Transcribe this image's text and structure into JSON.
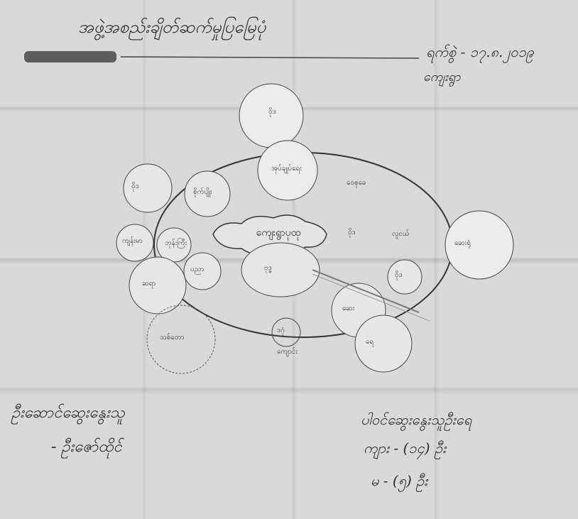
{
  "photo": {
    "header": {
      "title": "အဖွဲ့အစည်းချိတ်ဆက်မှုပြမြေပုံ",
      "date": "ရက်စွဲ - ၁၇.၈.၂၀၁၉",
      "location": "ကျေးရွာ"
    },
    "diagram": {
      "center_label": "ကျေးရွာပုထု",
      "nodes": [
        {
          "label": "ဝိုဒ"
        },
        {
          "label": "အုပ်ချုပ်ရေး"
        },
        {
          "label": "ဝေစုခေ"
        },
        {
          "label": "ဆေးရုံ"
        },
        {
          "label": "ဝိုဒ"
        },
        {
          "label": "စိုက်ပျိုး"
        },
        {
          "label": "ကျန်းမာ"
        },
        {
          "label": "ဘုန်းကြီး"
        },
        {
          "label": "ဆရာ"
        },
        {
          "label": "ပညာ"
        },
        {
          "label": "ဗုဒ္ဓ"
        },
        {
          "label": "လူငယ်"
        },
        {
          "label": "ဝိုဒ"
        },
        {
          "label": "ဆေး"
        },
        {
          "label": "ရေ"
        },
        {
          "label": "ဒဂုံ"
        },
        {
          "label": "သစ်တော"
        },
        {
          "label": "ကျောင်း"
        },
        {
          "label": "ဝိုဒ"
        }
      ]
    },
    "footer": {
      "left_line1": "ဦးဆောင်ဆွေးနွေးသူ",
      "left_line2": "- ဦးဇော်ထိုင်",
      "right_line1": "ပါဝင်ဆွေးနွေးသူဦးရေ",
      "right_line2": "ကျား - (၁၄) ဦး",
      "right_line3": "မ - (၅) ဦး"
    }
  }
}
